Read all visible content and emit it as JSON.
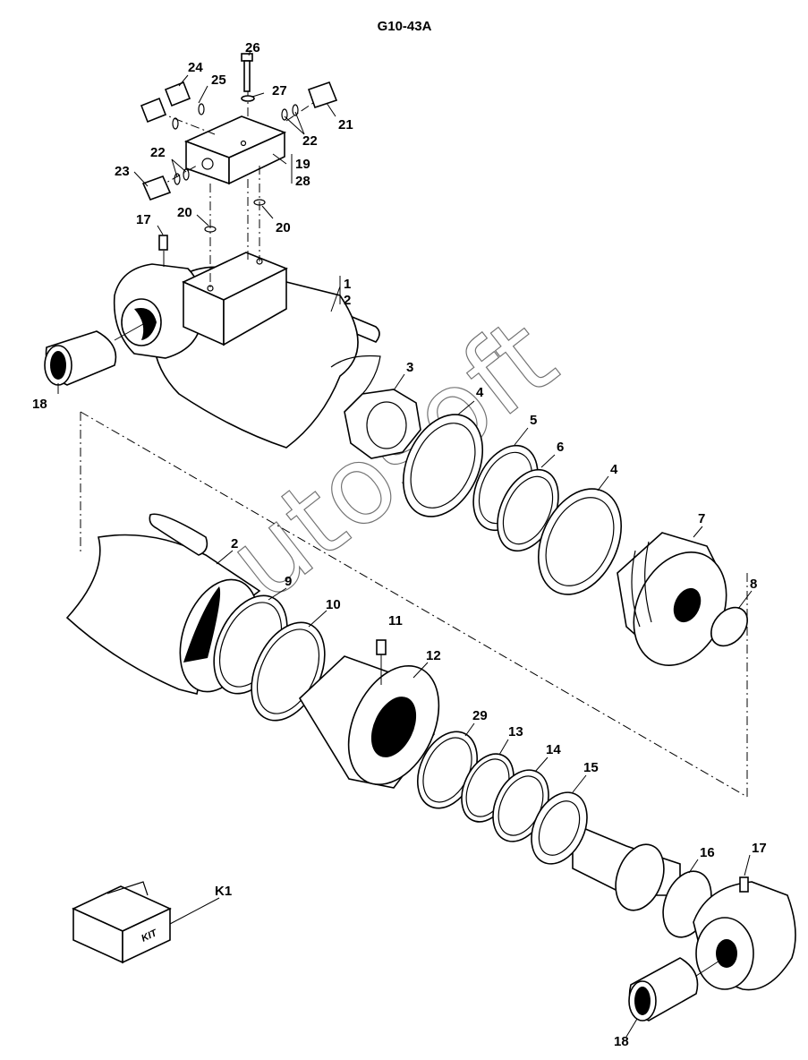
{
  "title": "G10-43A",
  "watermark": "autosoft",
  "kit_box_text": "KIT",
  "callouts": {
    "c1": "1",
    "c2": "2",
    "c2b": "2",
    "c3": "3",
    "c4a": "4",
    "c4b": "4",
    "c5": "5",
    "c6": "6",
    "c7": "7",
    "c8": "8",
    "c9": "9",
    "c10": "10",
    "c11": "11",
    "c12": "12",
    "c13": "13",
    "c14": "14",
    "c15": "15",
    "c16": "16",
    "c17a": "17",
    "c17b": "17",
    "c18a": "18",
    "c18b": "18",
    "c19": "19",
    "c20a": "20",
    "c20b": "20",
    "c21": "21",
    "c22a": "22",
    "c22b": "22",
    "c23": "23",
    "c24": "24",
    "c25": "25",
    "c26": "26",
    "c27": "27",
    "c28": "28",
    "c29": "29",
    "ck1": "K1"
  }
}
